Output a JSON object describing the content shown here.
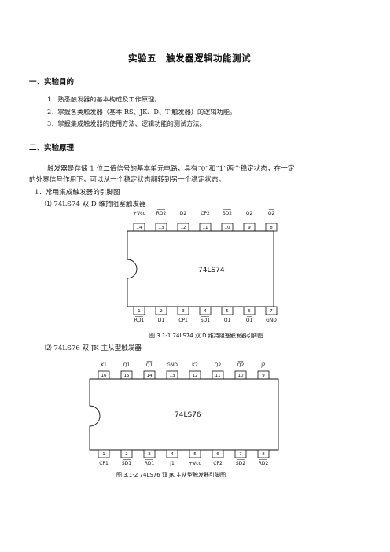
{
  "title": "实验五　触发器逻辑功能测试",
  "section1": {
    "heading": "一、实验目的",
    "items": [
      "1．熟悉触发器的基本构成及工作原理。",
      "2．掌握各类触发器（基本 RS、JK、D、T 触发器）的逻辑功能。",
      "3．掌握集成触发器的使用方法、逻辑功能的测试方法。"
    ]
  },
  "section2": {
    "heading": "二、实验原理",
    "para_line1": "触发器是存储 1 位二值信号的基本单元电路，具有“0”和“1”两个稳定状态，在一定",
    "para_line2": "的外界信号作用下，可以从一个稳定状态翻转到另一个稳定状态。",
    "subheading": "1．常用集成触发器的引脚图",
    "item1": "⑴ 74LS74 双 D 维持阻塞触发器",
    "item2": "⑵ 74LS76 双 JK 主从型触发器"
  },
  "chip1": {
    "label": "74LS74",
    "top_names": [
      "+Vcc",
      "RD2",
      "D2",
      "CP2",
      "SD2",
      "Q2",
      "Q2"
    ],
    "top_bars": [
      false,
      true,
      false,
      false,
      true,
      false,
      true
    ],
    "top_nums": [
      "14",
      "13",
      "12",
      "11",
      "10",
      "9",
      "8"
    ],
    "bottom_nums": [
      "1",
      "2",
      "3",
      "4",
      "5",
      "6",
      "7"
    ],
    "bottom_names": [
      "RD1",
      "D1",
      "CP1",
      "SD1",
      "Q1",
      "Q1",
      "GND"
    ],
    "bottom_bars": [
      true,
      false,
      false,
      true,
      false,
      true,
      false
    ],
    "caption": "图 3.1-1  74LS74 双 D 维持阻塞触发器引脚图"
  },
  "chip2": {
    "label": "74LS76",
    "top_names": [
      "K1",
      "Q1",
      "Q1",
      "GND",
      "K2",
      "Q2",
      "Q2",
      "J2"
    ],
    "top_bars": [
      false,
      false,
      true,
      false,
      false,
      false,
      true,
      false
    ],
    "top_nums": [
      "16",
      "15",
      "14",
      "13",
      "12",
      "11",
      "10",
      "9"
    ],
    "bottom_nums": [
      "1",
      "2",
      "3",
      "4",
      "5",
      "6",
      "7",
      "8"
    ],
    "bottom_names": [
      "CP1",
      "SD1",
      "RD1",
      "J1",
      "+Vcc",
      "CP2",
      "SD2",
      "RD2"
    ],
    "bottom_bars": [
      false,
      true,
      true,
      false,
      false,
      false,
      true,
      true
    ],
    "caption": "图 3.1-2  74LS76 双 JK 主从型触发器引脚图"
  }
}
